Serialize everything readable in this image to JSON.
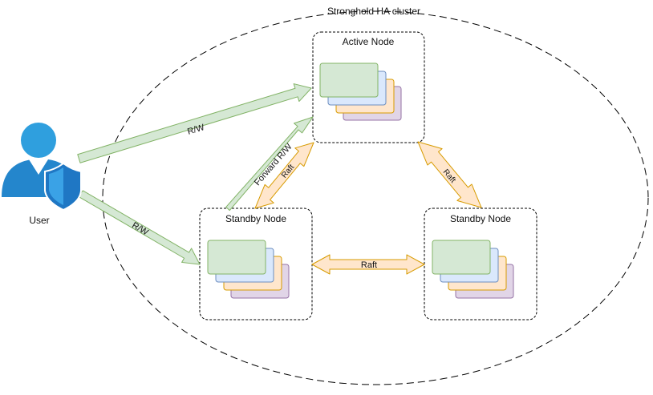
{
  "cluster": {
    "title": "Stronghold HA cluster"
  },
  "nodes": {
    "active": {
      "label": "Active Node"
    },
    "standby_left": {
      "label": "Standby Node"
    },
    "standby_right": {
      "label": "Standby Node"
    }
  },
  "user": {
    "label": "User",
    "icon": "user-shield-icon"
  },
  "links": {
    "user_to_active": "R/W",
    "user_to_standby": "R/W",
    "standby_forward": "Forward R/W",
    "raft_left": "Raft",
    "raft_right": "Raft",
    "raft_bottom": "Raft"
  },
  "colors": {
    "rw_arrow_fill": "#d5e8d4",
    "rw_arrow_stroke": "#82b366",
    "raft_arrow_fill": "#ffe6cc",
    "raft_arrow_stroke": "#d79b00",
    "card_green": "#d5e8d4",
    "card_blue": "#dae8fc",
    "card_orange": "#ffe6cc",
    "card_purple": "#e1d5e7",
    "user_blue": "#1e8fd6"
  }
}
